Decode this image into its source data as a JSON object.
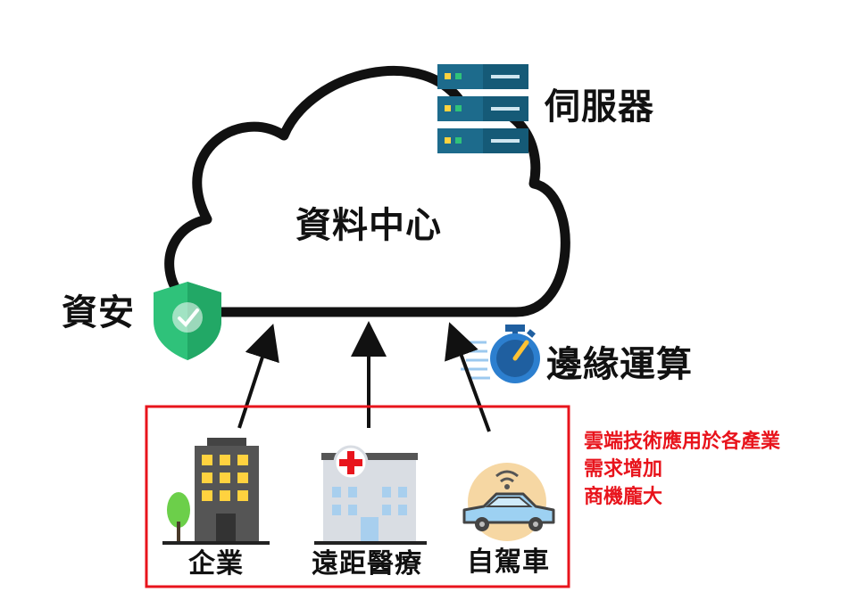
{
  "cloud": {
    "label": "資料中心"
  },
  "server": {
    "label": "伺服器"
  },
  "security": {
    "label": "資安"
  },
  "edge": {
    "label": "邊緣運算"
  },
  "industries": [
    {
      "label": "企業"
    },
    {
      "label": "遠距醫療"
    },
    {
      "label": "自駕車"
    }
  ],
  "note": {
    "lines": [
      "雲端技術應用於各產業",
      "需求增加",
      "商機龐大"
    ]
  },
  "colors": {
    "outline": "#111111",
    "highlight_box": "#e8141c",
    "note_text": "#e8141c",
    "shield": "#2fc27a",
    "server_body": "#1d6b8c",
    "stopwatch": "#2c7fcf"
  },
  "icons": {
    "server": "server-rack-icon",
    "security": "shield-check-icon",
    "edge": "stopwatch-icon",
    "enterprise": "office-building-icon",
    "telemedicine": "hospital-icon",
    "self_driving": "autonomous-car-icon"
  }
}
